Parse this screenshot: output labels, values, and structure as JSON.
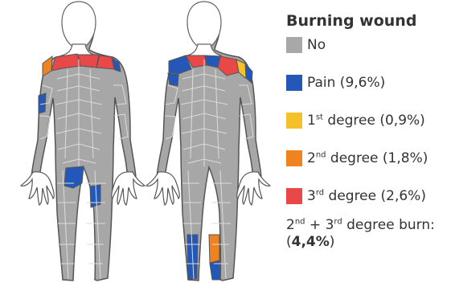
{
  "legend": {
    "title": "Burning wound",
    "items": [
      {
        "id": "no",
        "label": "No",
        "color": "#a8a8a8"
      },
      {
        "id": "pain",
        "label_pre": "Pain (9,6%)",
        "label_sup": "",
        "label_post": "",
        "color": "#2458b8"
      },
      {
        "id": "first",
        "label_pre": "1",
        "label_sup": "st",
        "label_post": " degree (0,9%)",
        "color": "#f5c12a"
      },
      {
        "id": "second",
        "label_pre": "2",
        "label_sup": "nd",
        "label_post": " degree (1,8%)",
        "color": "#f0831f"
      },
      {
        "id": "third",
        "label_pre": "3",
        "label_sup": "rd",
        "label_post": " degree (2,6%)",
        "color": "#e84848"
      }
    ],
    "combined_note": {
      "part1": "2",
      "sup1": "nd",
      "part2": " + 3",
      "sup2": "rd",
      "part3": " degree burn:",
      "open_paren": "(",
      "value": "4,4%",
      "close_paren": ")"
    }
  },
  "colors": {
    "body_gray": "#a7a7a7",
    "outline_gray": "#555555",
    "light_line": "#d2d2d2",
    "blue": "#2458b8",
    "yellow": "#f5c12a",
    "orange": "#f0831f",
    "red": "#e84848"
  }
}
